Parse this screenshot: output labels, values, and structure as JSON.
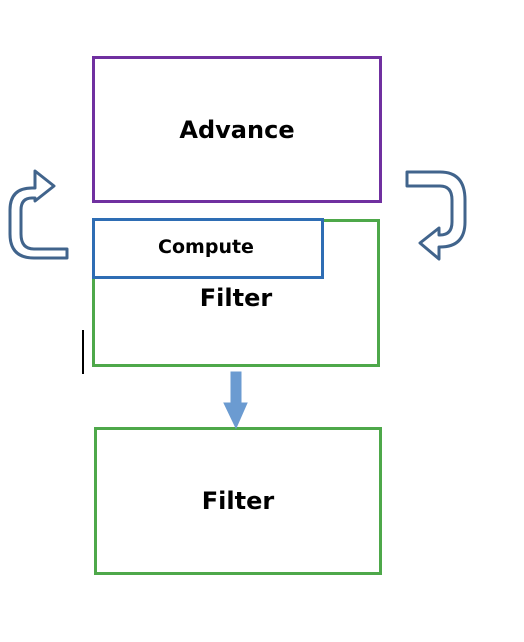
{
  "diagram": {
    "advance_label": "Advance",
    "compute_label": "Compute",
    "filter_top_label": "Filter",
    "filter_bottom_label": "Filter"
  },
  "colors": {
    "advance_border": "#7030a0",
    "compute_border": "#2e6db4",
    "filter_border": "#4ea84a",
    "curved_arrow_stroke": "#41648c",
    "down_arrow_fill": "#6b9bd1"
  },
  "icons": {
    "left_arrow": "curved-arrow-up-right-icon",
    "right_arrow": "curved-arrow-down-left-icon",
    "down_arrow": "down-arrow-icon"
  }
}
